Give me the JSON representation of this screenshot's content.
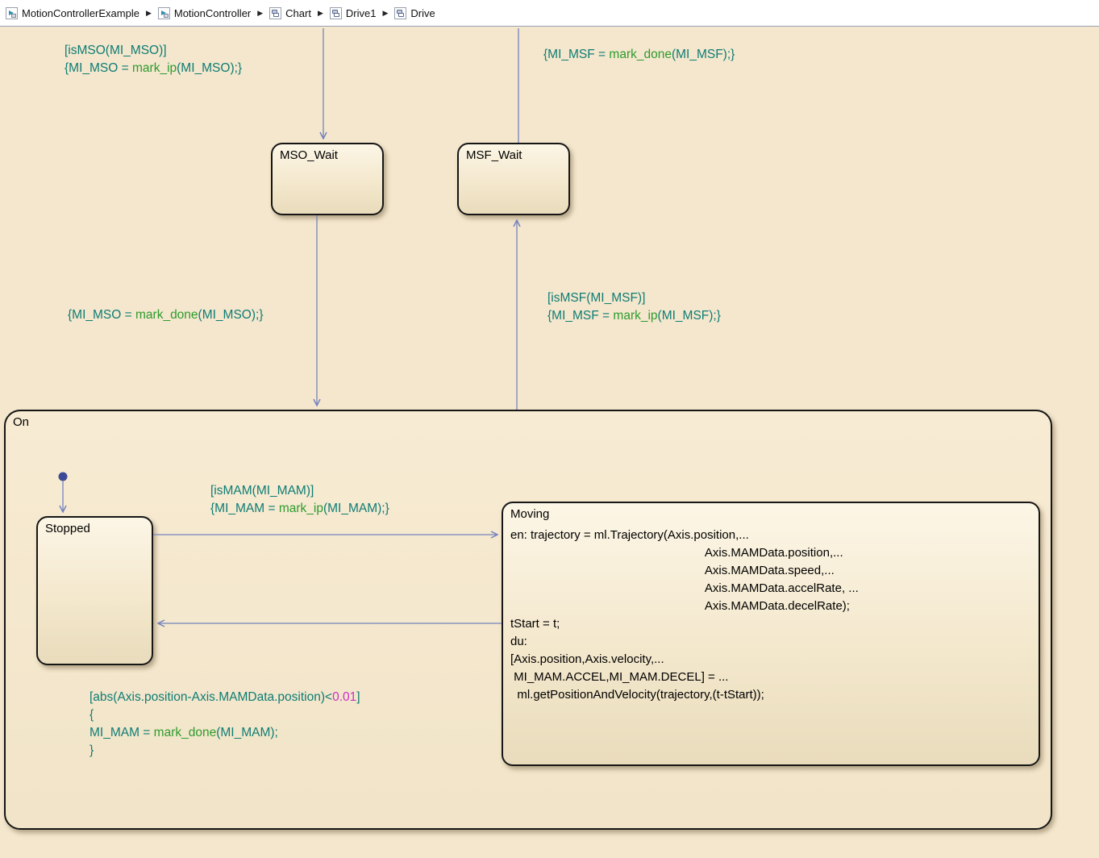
{
  "breadcrumb": {
    "separator": "▶",
    "items": [
      {
        "label": "MotionControllerExample",
        "icon": "simulink-model-icon"
      },
      {
        "label": "MotionController",
        "icon": "simulink-model-icon"
      },
      {
        "label": "Chart",
        "icon": "stateflow-chart-icon"
      },
      {
        "label": "Drive1",
        "icon": "stateflow-chart-icon"
      },
      {
        "label": "Drive",
        "icon": "stateflow-chart-icon"
      }
    ]
  },
  "colors": {
    "canvas_bg": "#f4e7cd",
    "transition_line": "#7583bd",
    "label_teal": "#0e7c74",
    "label_green": "#2e9b2e",
    "label_magenta": "#cc2fc4",
    "default_transition_node": "#3d4a96"
  },
  "states": {
    "mso_wait": {
      "label": "MSO_Wait"
    },
    "msf_wait": {
      "label": "MSF_Wait"
    },
    "on": {
      "label": "On"
    },
    "stopped": {
      "label": "Stopped"
    },
    "moving": {
      "label": "Moving",
      "body_lines": [
        "en: trajectory = ml.Trajectory(Axis.position,...",
        "                                                          Axis.MAMData.position,...",
        "                                                          Axis.MAMData.speed,...",
        "                                                          Axis.MAMData.accelRate, ...",
        "                                                          Axis.MAMData.decelRate);",
        "tStart = t;",
        "du:",
        "[Axis.position,Axis.velocity,...",
        " MI_MAM.ACCEL,MI_MAM.DECEL] = ...",
        "  ml.getPositionAndVelocity(trajectory,(t-tStart));"
      ]
    }
  },
  "transitions": {
    "into_mso_wait": {
      "lines": [
        [
          {
            "t": "[isMSO(MI_MSO)]",
            "c": "teal"
          }
        ],
        [
          {
            "t": "{MI_MSO = ",
            "c": "teal"
          },
          {
            "t": "mark_ip",
            "c": "green"
          },
          {
            "t": "(MI_MSO);}",
            "c": "teal"
          }
        ]
      ]
    },
    "msf_wait_exit": {
      "lines": [
        [
          {
            "t": "{MI_MSF = ",
            "c": "teal"
          },
          {
            "t": "mark_done",
            "c": "green"
          },
          {
            "t": "(MI_MSF);}",
            "c": "teal"
          }
        ]
      ]
    },
    "mso_wait_to_on": {
      "lines": [
        [
          {
            "t": "{MI_MSO = ",
            "c": "teal"
          },
          {
            "t": "mark_done",
            "c": "green"
          },
          {
            "t": "(MI_MSO);}",
            "c": "teal"
          }
        ]
      ]
    },
    "on_to_msf_wait": {
      "lines": [
        [
          {
            "t": "[isMSF(MI_MSF)]",
            "c": "teal"
          }
        ],
        [
          {
            "t": "{MI_MSF = ",
            "c": "teal"
          },
          {
            "t": "mark_ip",
            "c": "green"
          },
          {
            "t": "(MI_MSF);}",
            "c": "teal"
          }
        ]
      ]
    },
    "stopped_to_moving": {
      "lines": [
        [
          {
            "t": "[isMAM(MI_MAM)]",
            "c": "teal"
          }
        ],
        [
          {
            "t": "{MI_MAM = ",
            "c": "teal"
          },
          {
            "t": "mark_ip",
            "c": "green"
          },
          {
            "t": "(MI_MAM);}",
            "c": "teal"
          }
        ]
      ]
    },
    "moving_to_stopped": {
      "lines": [
        [
          {
            "t": "[abs(Axis.position-Axis.MAMData.position)<",
            "c": "teal"
          },
          {
            "t": "0.01",
            "c": "magenta"
          },
          {
            "t": "]",
            "c": "teal"
          }
        ],
        [
          {
            "t": "{",
            "c": "teal"
          }
        ],
        [
          {
            "t": "MI_MAM = ",
            "c": "teal"
          },
          {
            "t": "mark_done",
            "c": "green"
          },
          {
            "t": "(MI_MAM);",
            "c": "teal"
          }
        ],
        [
          {
            "t": "}",
            "c": "teal"
          }
        ]
      ]
    }
  }
}
